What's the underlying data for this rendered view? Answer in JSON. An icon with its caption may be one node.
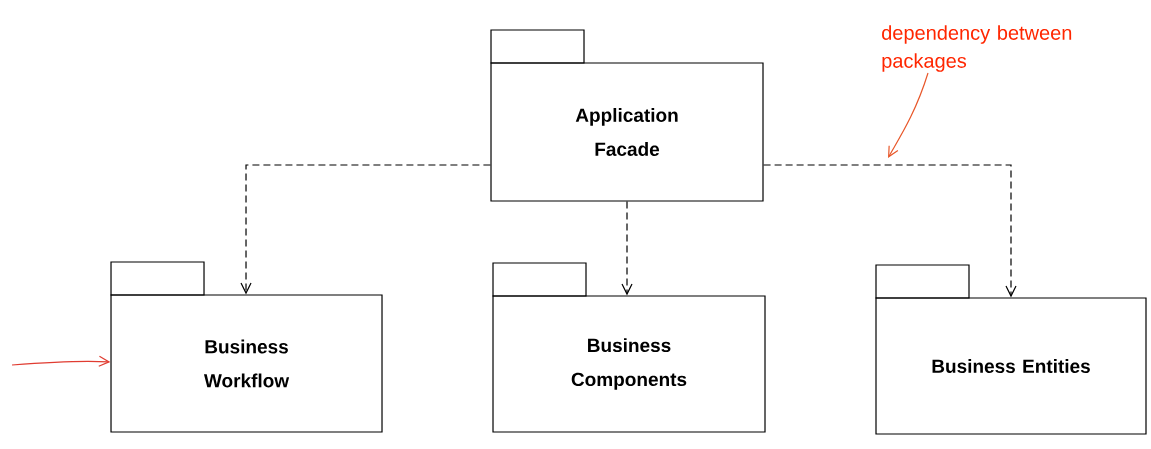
{
  "diagram": {
    "nodes": [
      {
        "text": [
          "Application Facade"
        ]
      },
      {
        "text": [
          "Business Workflow"
        ]
      },
      {
        "text": [
          "Business Components"
        ]
      },
      {
        "text": [
          "Business Entities"
        ]
      },
      {
        "text": [
          "dependency between packages"
        ]
      }
    ],
    "edges": [
      {
        "from": 0,
        "to": 1,
        "arrow": "to",
        "style": "dashed"
      },
      {
        "from": 0,
        "to": 2,
        "arrow": "to",
        "style": "dashed"
      },
      {
        "from": 0,
        "to": 3,
        "arrow": "to",
        "style": "dashed"
      },
      {
        "from": 4,
        "to": null,
        "arrow": "to",
        "color": "#e8572a"
      },
      {
        "from": null,
        "to": 1,
        "arrow": "to",
        "color": "#e03c31"
      }
    ]
  }
}
